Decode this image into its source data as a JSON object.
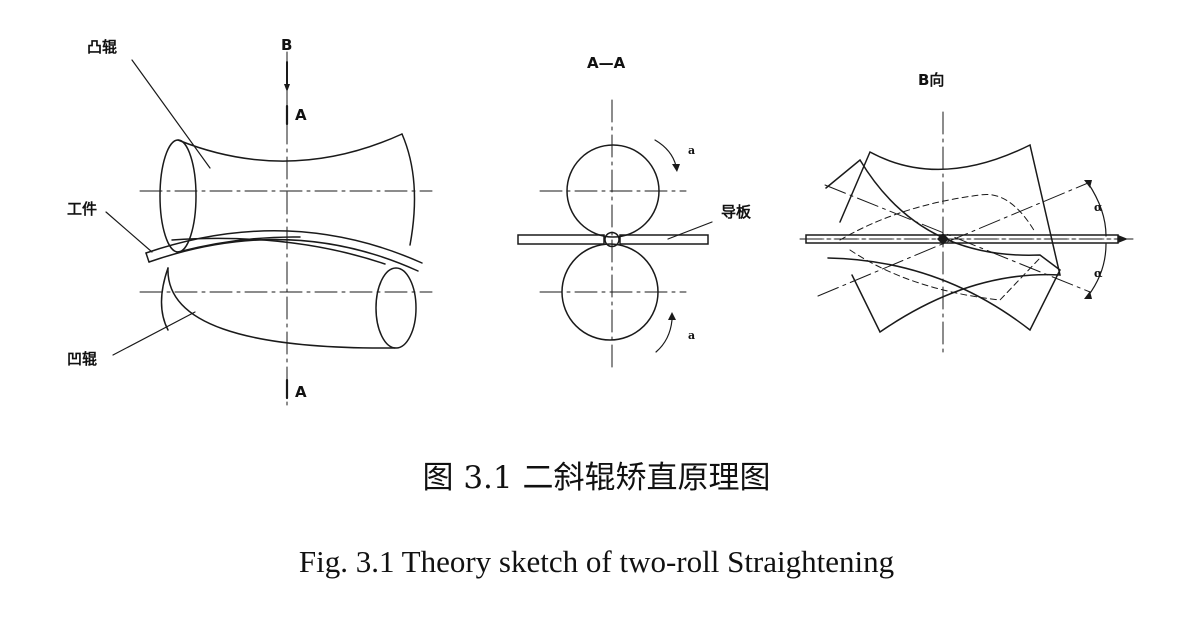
{
  "labels": {
    "convex_roll": "凸辊",
    "workpiece": "工件",
    "concave_roll": "凹辊",
    "view_b_marker": "B",
    "section_a_top": "A",
    "section_a_bottom": "A",
    "section_title": "A—A",
    "view_b_title": "B向",
    "guide_plate": "导板",
    "rotation_top": "a",
    "rotation_bottom": "a",
    "angle_top": "α",
    "angle_bottom": "α"
  },
  "caption": {
    "chinese": "图 3.1 二斜辊矫直原理图",
    "english": "Fig. 3.1 Theory sketch of two-roll Straightening"
  }
}
